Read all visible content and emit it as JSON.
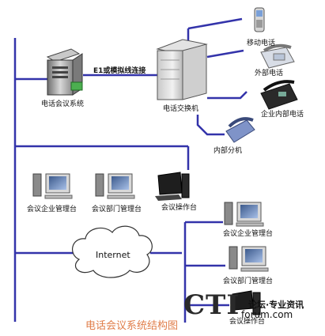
{
  "labels": {
    "conference_system": "电话会议系统",
    "e1_link": "E1或模拟线连接",
    "pbx": "电话交换机",
    "mobile_phone": "移动电话",
    "external_phone": "外部电话",
    "internal_phone": "企业内部电话",
    "extension": "内部分机",
    "corp_admin_left": "会议企业管理台",
    "dept_admin_left": "会议部门管理台",
    "operator_left": "会议操作台",
    "internet": "Internet",
    "corp_admin_right": "会议企业管理台",
    "dept_admin_right": "会议部门管理台",
    "operator_right": "会议操作台"
  },
  "title": "电话会议系统结构图",
  "watermark": {
    "logo": "CTI",
    "slogan": "论坛·专业资讯",
    "domain": "forum.com"
  },
  "colors": {
    "line": "#3333aa",
    "title": "#e07d49"
  }
}
